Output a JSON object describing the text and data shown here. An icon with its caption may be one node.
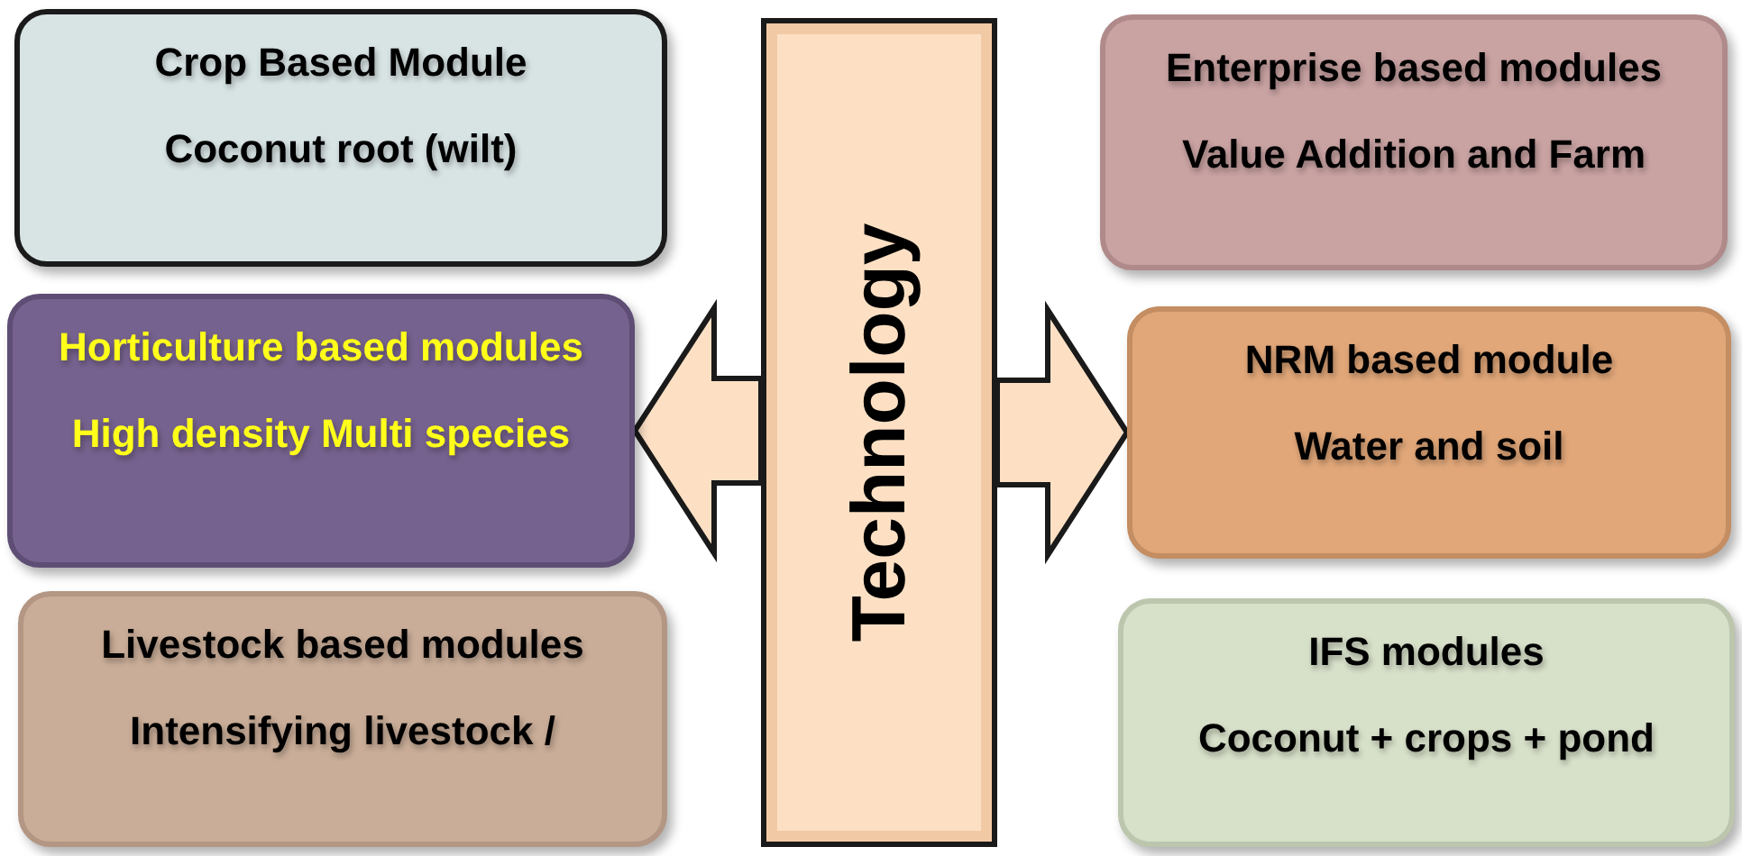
{
  "diagram": {
    "nodes": [
      {
        "text": [
          "Crop Based Module",
          "Coconut root (wilt)"
        ]
      },
      {
        "text": [
          "Enterprise based modules",
          "Value Addition and Farm"
        ]
      },
      {
        "text": [
          "Horticulture based modules",
          "High density Multi species"
        ]
      },
      {
        "text": [
          "NRM  based module",
          "Water and soil"
        ]
      },
      {
        "text": [
          "Livestock  based modules",
          "Intensifying  livestock  /"
        ]
      },
      {
        "text": [
          "IFS  modules",
          "Coconut + crops + pond"
        ]
      },
      {
        "text": [
          "Technology"
        ]
      }
    ],
    "edges": [
      {
        "from": 6,
        "to": 2,
        "arrow": "to"
      },
      {
        "from": 6,
        "to": 3,
        "arrow": "to"
      }
    ]
  }
}
